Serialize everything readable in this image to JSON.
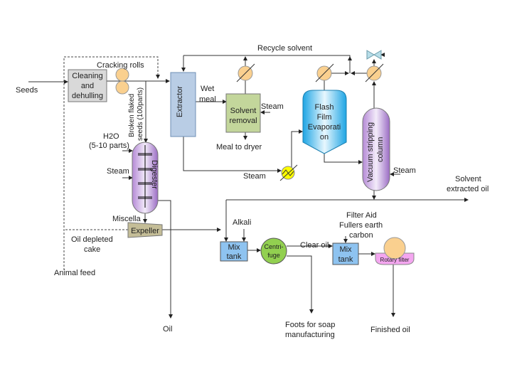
{
  "labels": {
    "seeds": "Seeds",
    "cleaning": [
      "Cleaning",
      "and",
      "dehulling"
    ],
    "cracking_rolls": "Cracking rolls",
    "broken_flaked": [
      "Broken flaked",
      "seeds (100parts)"
    ],
    "h2o": [
      "H2O",
      "(5-10 parts)"
    ],
    "steam_digester": "Steam",
    "digester": "Digester",
    "miscella": "Miscella",
    "expeller": "Expeller",
    "oil_depleted": [
      "Oil depleted",
      "cake"
    ],
    "animal_feed": "Animal feed",
    "oil": "Oil",
    "extractor": "Extractor",
    "wet_meal": [
      "Wet",
      "meal"
    ],
    "solvent_removal": [
      "Solvent",
      "removal"
    ],
    "steam_solvent": "Steam",
    "meal_to_dryer": "Meal to dryer",
    "recycle_solvent": "Recycle solvent",
    "steam_heater": "Steam",
    "flash": [
      "Flash",
      "Film",
      "Evaporati",
      "on"
    ],
    "vacuum": [
      "Vacuum stripping",
      "column"
    ],
    "steam_column": "Steam",
    "solvent_extracted_oil": [
      "Solvent",
      "extracted oil"
    ],
    "alkali": "Alkali",
    "mix_tank_1": [
      "Mix",
      "tank"
    ],
    "centrifuge": [
      "Centri-",
      "fuge"
    ],
    "clear_oil": "Clear oil",
    "foots": [
      "Foots for soap",
      "manufacturing"
    ],
    "filter_aid": [
      "Filter Aid",
      "Fullers earth",
      "carbon"
    ],
    "mix_tank_2": [
      "Mix",
      "tank"
    ],
    "rotary_filter": "Rotary filter",
    "finished_oil": "Finished oil"
  },
  "colors": {
    "cleaning": "#d9d9d9",
    "rolls": "#fad08f",
    "extractor": "#b9cde5",
    "solvent_removal": "#c3d69b",
    "flash": "#2aaee8",
    "vessel_purple": "#b58ad6",
    "expeller": "#c4bd97",
    "mix_tank": "#8ec3f0",
    "centrifuge": "#92d050",
    "heater": "#ffff00",
    "valve": "#b7dde8",
    "rotary_filter": "#f4a6f0"
  }
}
